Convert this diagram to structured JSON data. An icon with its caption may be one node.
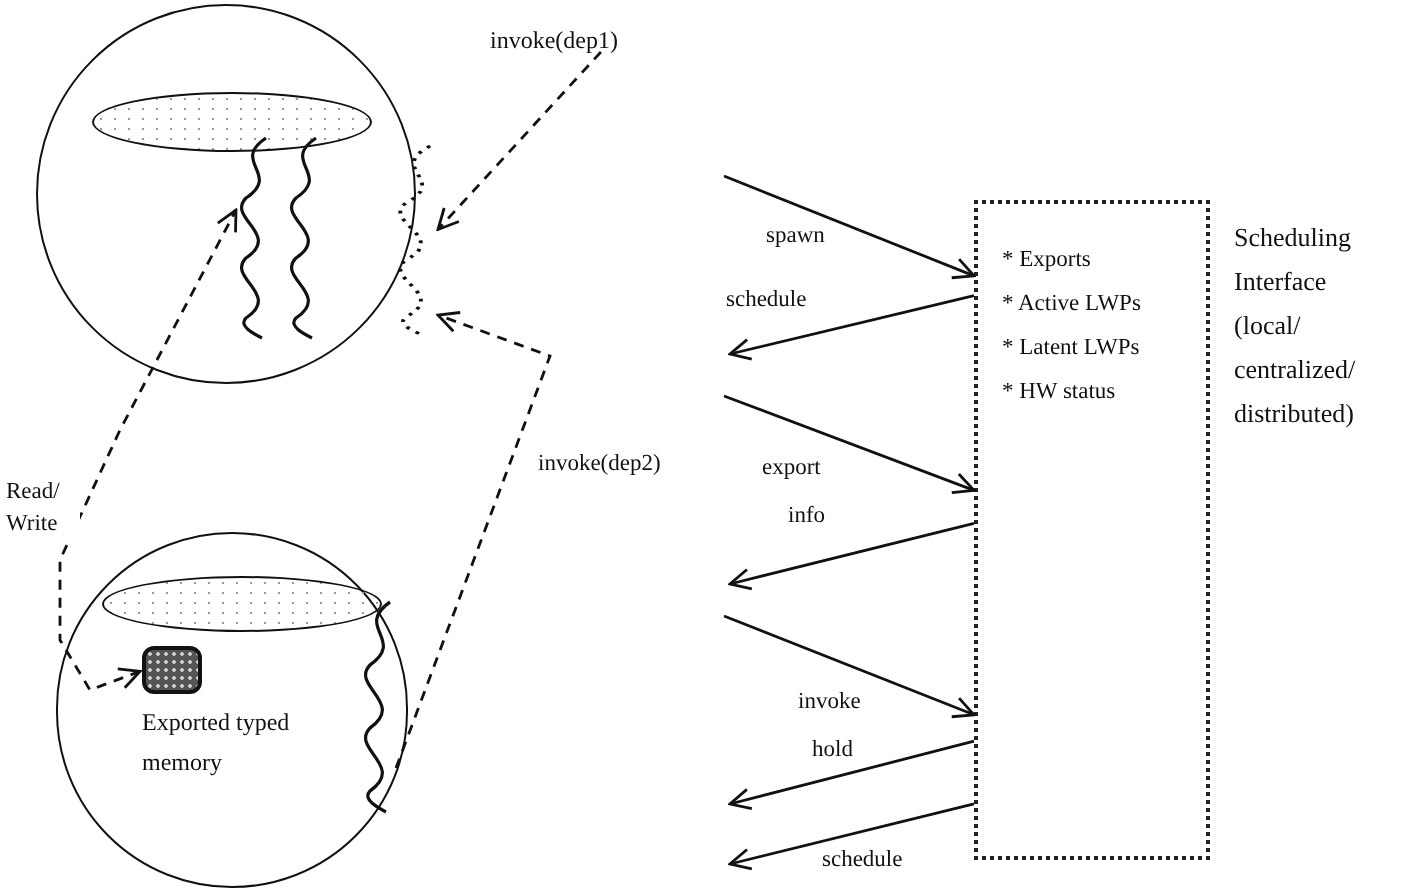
{
  "diagram": {
    "nodes": [
      {
        "text": [],
        "shape": "circle"
      },
      {
        "text": [],
        "shape": "ellipse",
        "in": 0
      },
      {
        "text": [],
        "shape": "wave",
        "in": 0
      },
      {
        "text": [],
        "shape": "wave",
        "in": 0
      },
      {
        "text": [],
        "shape": "wave",
        "in": 0
      },
      {
        "text": [],
        "shape": "circle"
      },
      {
        "text": [],
        "shape": "ellipse",
        "in": 5
      },
      {
        "text": [
          "Exported typed memory"
        ],
        "in": 5
      },
      {
        "text": [],
        "shape": "wave",
        "in": 5
      },
      {
        "text": [
          "invoke(dep1)"
        ]
      },
      {
        "text": [
          "* Exports",
          "* Active LWPs",
          "* Latent LWPs",
          "* HW status"
        ],
        "beside": [
          "Scheduling Interface (local/ centralized/ distributed)"
        ]
      }
    ],
    "edges": [
      {
        "from": 7,
        "to": 2,
        "arrow": "both",
        "style": "dashed",
        "label": "Read/ Write"
      },
      {
        "from": 9,
        "to": 4,
        "arrow": "to",
        "style": "dashed"
      },
      {
        "from": 8,
        "to": 4,
        "arrow": "to",
        "style": "dashed",
        "label": "invoke(dep2)"
      },
      {
        "from": null,
        "to": 10,
        "arrow": "to",
        "label": "spawn"
      },
      {
        "from": 10,
        "to": null,
        "arrow": "to",
        "label": "schedule"
      },
      {
        "from": null,
        "to": 10,
        "arrow": "to",
        "label": "export"
      },
      {
        "from": 10,
        "to": null,
        "arrow": "to",
        "label": "info"
      },
      {
        "from": null,
        "to": 10,
        "arrow": "to",
        "label": "invoke"
      },
      {
        "from": 10,
        "to": null,
        "arrow": "to",
        "label": "hold"
      },
      {
        "from": 10,
        "to": null,
        "arrow": "to",
        "label": "schedule"
      }
    ]
  }
}
